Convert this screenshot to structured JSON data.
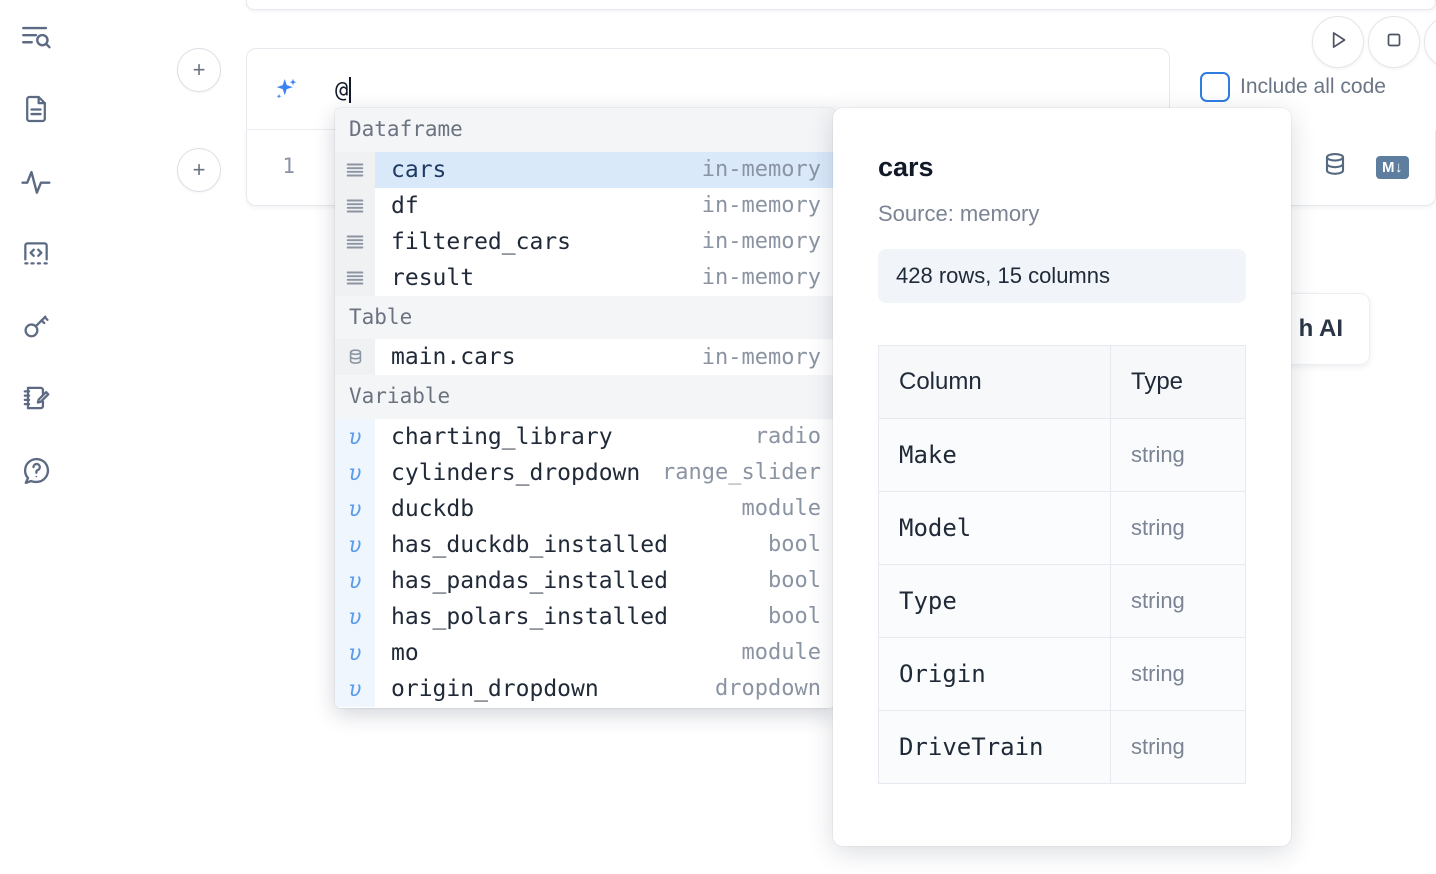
{
  "sidebar": {
    "items": [
      {
        "name": "explore-files-icon",
        "label": "Explore files"
      },
      {
        "name": "document-icon",
        "label": "Notebook"
      },
      {
        "name": "activity-icon",
        "label": "Activity"
      },
      {
        "name": "code-snippet-icon",
        "label": "Snippets"
      },
      {
        "name": "key-icon",
        "label": "Secrets"
      },
      {
        "name": "scratchpad-icon",
        "label": "Scratchpad"
      },
      {
        "name": "help-icon",
        "label": "Help"
      }
    ]
  },
  "toolbar": {
    "run_label": "Run",
    "stop_label": "Stop",
    "add_cell_label": "+",
    "include_all_code_label": "Include all code",
    "include_all_code_checked": false,
    "accent_color": "#2f7de1"
  },
  "prompt": {
    "value": "@",
    "placeholder": "",
    "sparkle_color": "#3b82f6"
  },
  "cell": {
    "line_number": "1",
    "database_icon_label": "SQL cell",
    "markdown_badge_label": "M↓"
  },
  "ai_card": {
    "label": "h AI"
  },
  "autocomplete": {
    "sections": [
      {
        "title": "Dataframe",
        "icon": "dataframe-icon",
        "items": [
          {
            "name": "cars",
            "meta": "in-memory",
            "selected": true
          },
          {
            "name": "df",
            "meta": "in-memory",
            "selected": false
          },
          {
            "name": "filtered_cars",
            "meta": "in-memory",
            "selected": false
          },
          {
            "name": "result",
            "meta": "in-memory",
            "selected": false
          }
        ]
      },
      {
        "title": "Table",
        "icon": "database-icon",
        "items": [
          {
            "name": "main.cars",
            "meta": "in-memory",
            "selected": false
          }
        ]
      },
      {
        "title": "Variable",
        "icon": "variable-icon",
        "items": [
          {
            "name": "charting_library",
            "meta": "radio",
            "selected": false
          },
          {
            "name": "cylinders_dropdown",
            "meta": "range_slider",
            "selected": false
          },
          {
            "name": "duckdb",
            "meta": "module",
            "selected": false
          },
          {
            "name": "has_duckdb_installed",
            "meta": "bool",
            "selected": false
          },
          {
            "name": "has_pandas_installed",
            "meta": "bool",
            "selected": false
          },
          {
            "name": "has_polars_installed",
            "meta": "bool",
            "selected": false
          },
          {
            "name": "mo",
            "meta": "module",
            "selected": false
          },
          {
            "name": "origin_dropdown",
            "meta": "dropdown",
            "selected": false
          }
        ]
      }
    ]
  },
  "detail": {
    "title": "cars",
    "source": "Source: memory",
    "shape": "428 rows, 15 columns",
    "columns_header": "Column",
    "type_header": "Type",
    "rows": [
      {
        "column": "Make",
        "type": "string"
      },
      {
        "column": "Model",
        "type": "string"
      },
      {
        "column": "Type",
        "type": "string"
      },
      {
        "column": "Origin",
        "type": "string"
      },
      {
        "column": "DriveTrain",
        "type": "string"
      }
    ]
  }
}
